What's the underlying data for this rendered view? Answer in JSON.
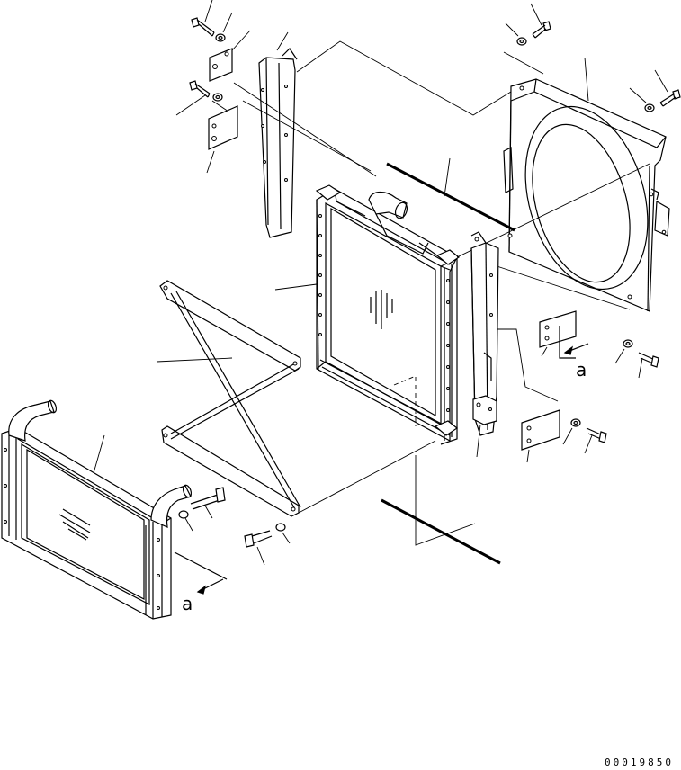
{
  "diagram": {
    "view_label_a_right": "a",
    "view_label_a_left": "a",
    "part_code": "00019850"
  },
  "colors": {
    "line": "#000000",
    "background": "#ffffff"
  }
}
